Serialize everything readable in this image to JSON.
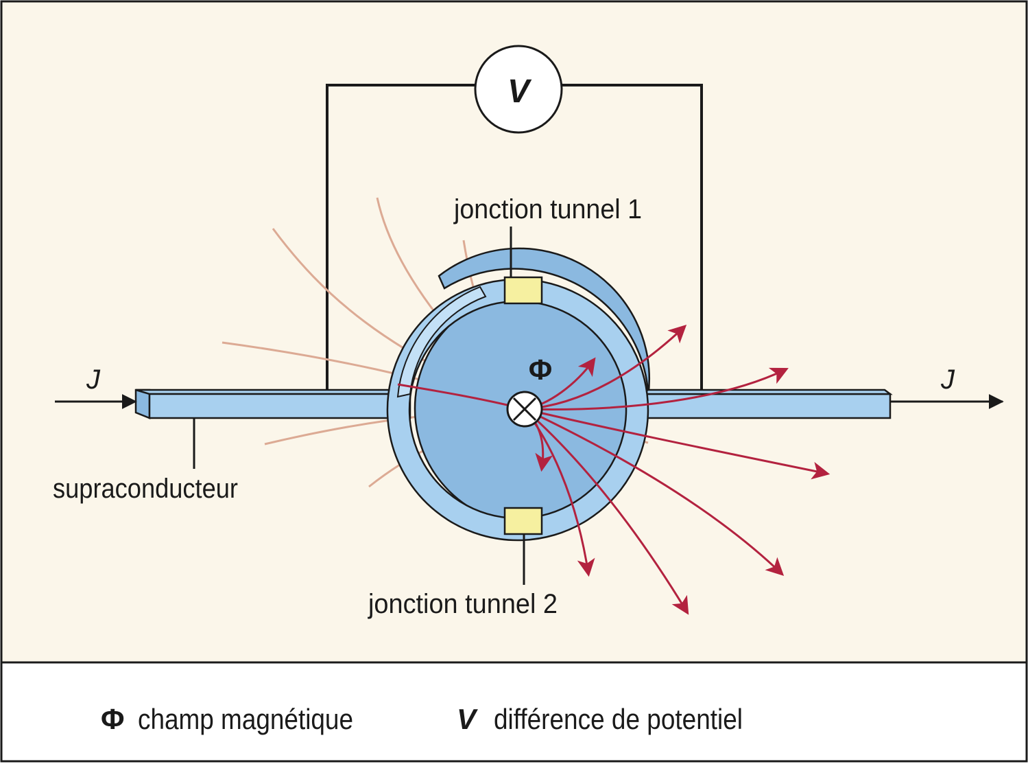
{
  "colors": {
    "background": "#fbf6ea",
    "legend_background": "#ffffff",
    "border": "#1a1a1a",
    "superconductor": "#a8d0ef",
    "superconductor_dark": "#8bb9e0",
    "junction": "#f6f0a0",
    "field_line_faint": "#dcaa94",
    "field_line_strong": "#b3223f",
    "wire": "#1a1a1a"
  },
  "labels": {
    "voltmeter": "V",
    "flux_symbol": "Φ",
    "current_in": "J",
    "current_out": "J",
    "junction_1": "jonction tunnel 1",
    "junction_2": "jonction tunnel 2",
    "superconductor": "supraconducteur"
  },
  "legend": [
    {
      "symbol": "Φ",
      "text": "champ magnétique"
    },
    {
      "symbol": "V",
      "text": "différence de potentiel"
    }
  ],
  "icons": [
    "voltmeter-icon",
    "flux-into-page-icon",
    "arrow-right-icon"
  ]
}
